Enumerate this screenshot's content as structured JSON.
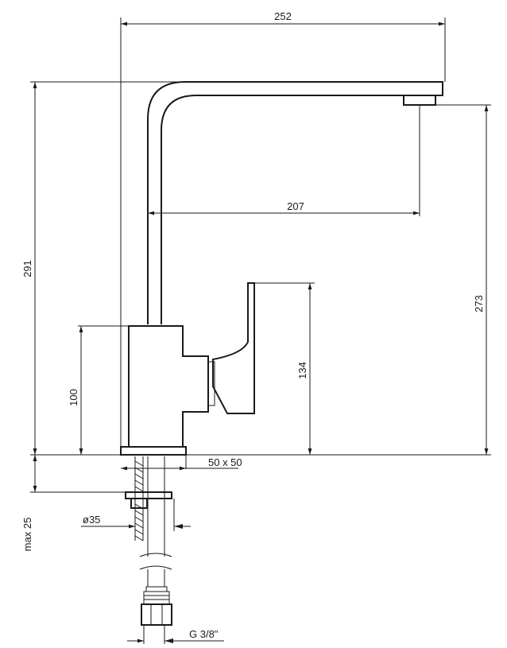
{
  "dimensions": {
    "overall_width": "252",
    "spout_reach": "207",
    "total_height": "291",
    "spout_outlet_height": "273",
    "lever_height": "134",
    "body_height": "100",
    "base_size": "50 x 50",
    "hole_diameter": "ø35",
    "max_thickness": "max 25",
    "thread": "G 3/8\""
  }
}
